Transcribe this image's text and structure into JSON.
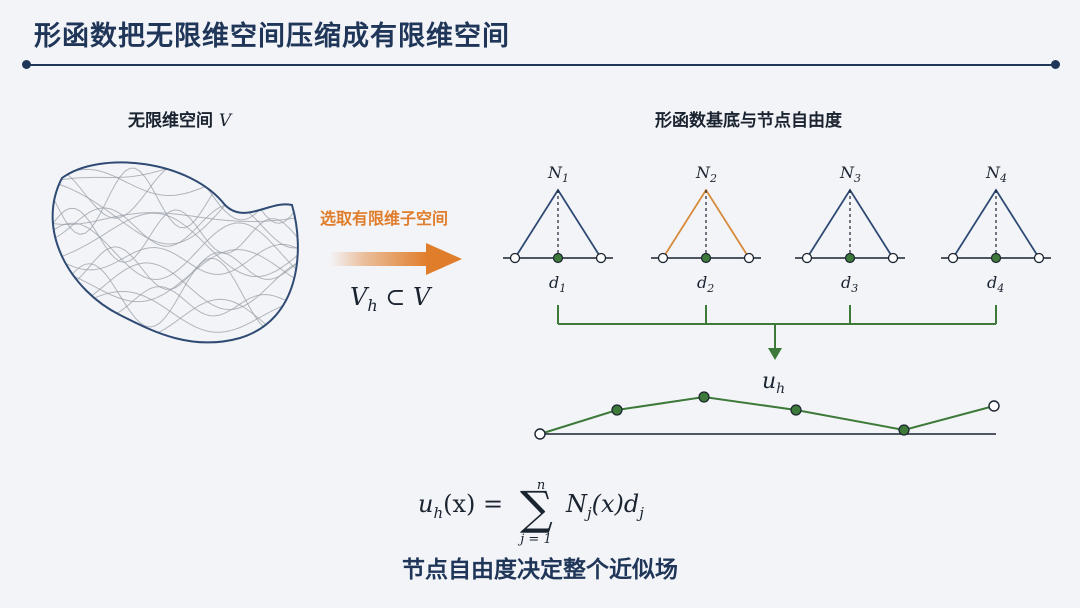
{
  "header": {
    "title": "形函数把无限维空间压缩成有限维空间"
  },
  "left_panel": {
    "label_text": "无限维空间",
    "label_symbol": "V"
  },
  "transition": {
    "arrow_label": "选取有限维子空间",
    "subspace_formula": "V",
    "subspace_sub": "h",
    "subspace_rest": " ⊂ V"
  },
  "right_panel": {
    "label": "形函数基底与节点自由度",
    "shape_functions": [
      {
        "name": "N",
        "index": "1",
        "dof_name": "d",
        "dof_index": "1",
        "color": "#2f4a73"
      },
      {
        "name": "N",
        "index": "2",
        "dof_name": "d",
        "dof_index": "2",
        "color": "#d68a3a"
      },
      {
        "name": "N",
        "index": "3",
        "dof_name": "d",
        "dof_index": "3",
        "color": "#2f4a73"
      },
      {
        "name": "N",
        "index": "4",
        "dof_name": "d",
        "dof_index": "4",
        "color": "#2f4a73"
      }
    ],
    "result_name": "u",
    "result_sub": "h"
  },
  "formula": {
    "lhs": "u",
    "lhs_sub": "h",
    "lhs_arg": "(x) =",
    "sum_top": "n",
    "sum_bottom": "j = 1",
    "rhs": "N",
    "rhs_sub": "j",
    "rhs_mid": "(x)d",
    "rhs_sub2": "j"
  },
  "caption": "节点自由度决定整个近似场",
  "colors": {
    "navy": "#1f3659",
    "green": "#3d7a3a",
    "orange": "#e07d2a",
    "curve_gray": "#9aa0a8"
  }
}
